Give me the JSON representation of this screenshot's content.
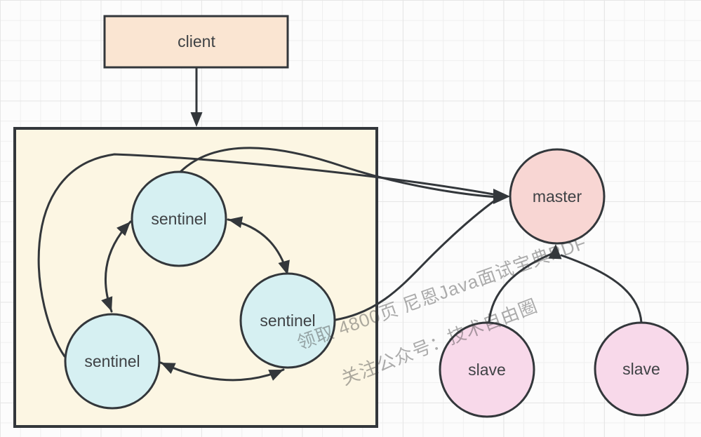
{
  "nodes": {
    "client": {
      "label": "client"
    },
    "sentinel_top": {
      "label": "sentinel"
    },
    "sentinel_right": {
      "label": "sentinel"
    },
    "sentinel_bottom_left": {
      "label": "sentinel"
    },
    "master": {
      "label": "master"
    },
    "slave_left": {
      "label": "slave"
    },
    "slave_right": {
      "label": "slave"
    }
  },
  "edges": [
    {
      "from": "client",
      "to": "sentinel-box",
      "direction": "one-way"
    },
    {
      "from": "sentinel_top",
      "to": "sentinel_right",
      "direction": "two-way"
    },
    {
      "from": "sentinel_top",
      "to": "sentinel_bottom_left",
      "direction": "two-way"
    },
    {
      "from": "sentinel_bottom_left",
      "to": "sentinel_right",
      "direction": "two-way"
    },
    {
      "from": "sentinel_bottom_left",
      "to": "master",
      "direction": "one-way"
    },
    {
      "from": "sentinel_top",
      "to": "master",
      "direction": "one-way"
    },
    {
      "from": "sentinel_right",
      "to": "master",
      "direction": "one-way"
    },
    {
      "from": "slave_left",
      "to": "master",
      "direction": "one-way"
    },
    {
      "from": "slave_right",
      "to": "master",
      "direction": "one-way"
    }
  ],
  "watermark": {
    "line1": "领取 4800页 尼恩Java面试宝典PDF",
    "line2": "关注公众号：技术自由圈"
  },
  "colors": {
    "canvas_bg": "#fcfcfc",
    "grid_minor": "#efefef",
    "grid_major": "#e6e6e6",
    "stroke": "#33373b",
    "node_text": "#3f4245",
    "client_fill": "#fae5d2",
    "box_fill": "#fcf6e3",
    "sentinel_fill": "#d6f0f2",
    "master_fill": "#f8d6d3",
    "slave_fill": "#f8d9ea",
    "watermark_text": "rgba(60,60,60,0.42)"
  }
}
